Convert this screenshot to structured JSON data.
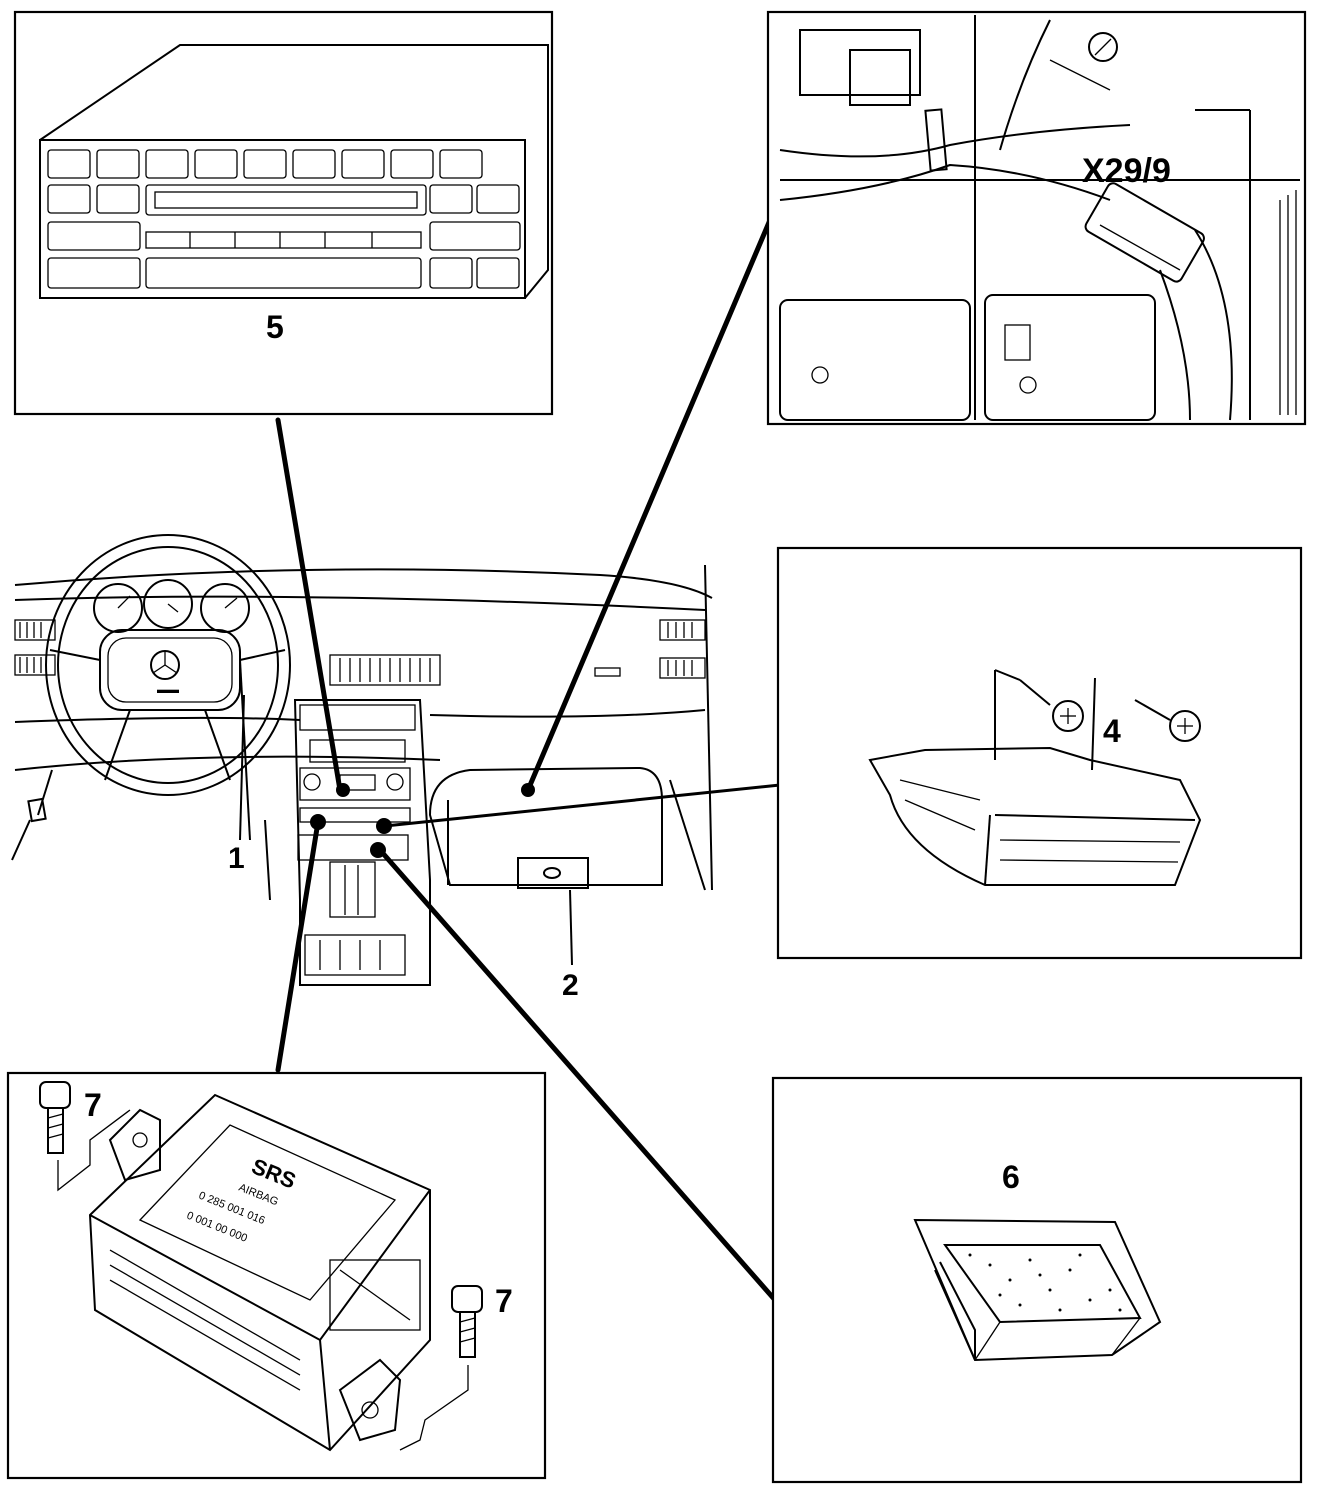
{
  "callouts": {
    "c1": "1",
    "c2": "2",
    "c4": "4",
    "c5": "5",
    "c6": "6",
    "c7a": "7",
    "c7b": "7",
    "connector": "X29/9"
  },
  "module_label": {
    "line1": "SRS",
    "line2": "AIRBAG",
    "line3": "0 285 001 016",
    "line4": "0 001 00 000"
  },
  "colors": {
    "ink": "#000000",
    "paper": "#ffffff"
  }
}
